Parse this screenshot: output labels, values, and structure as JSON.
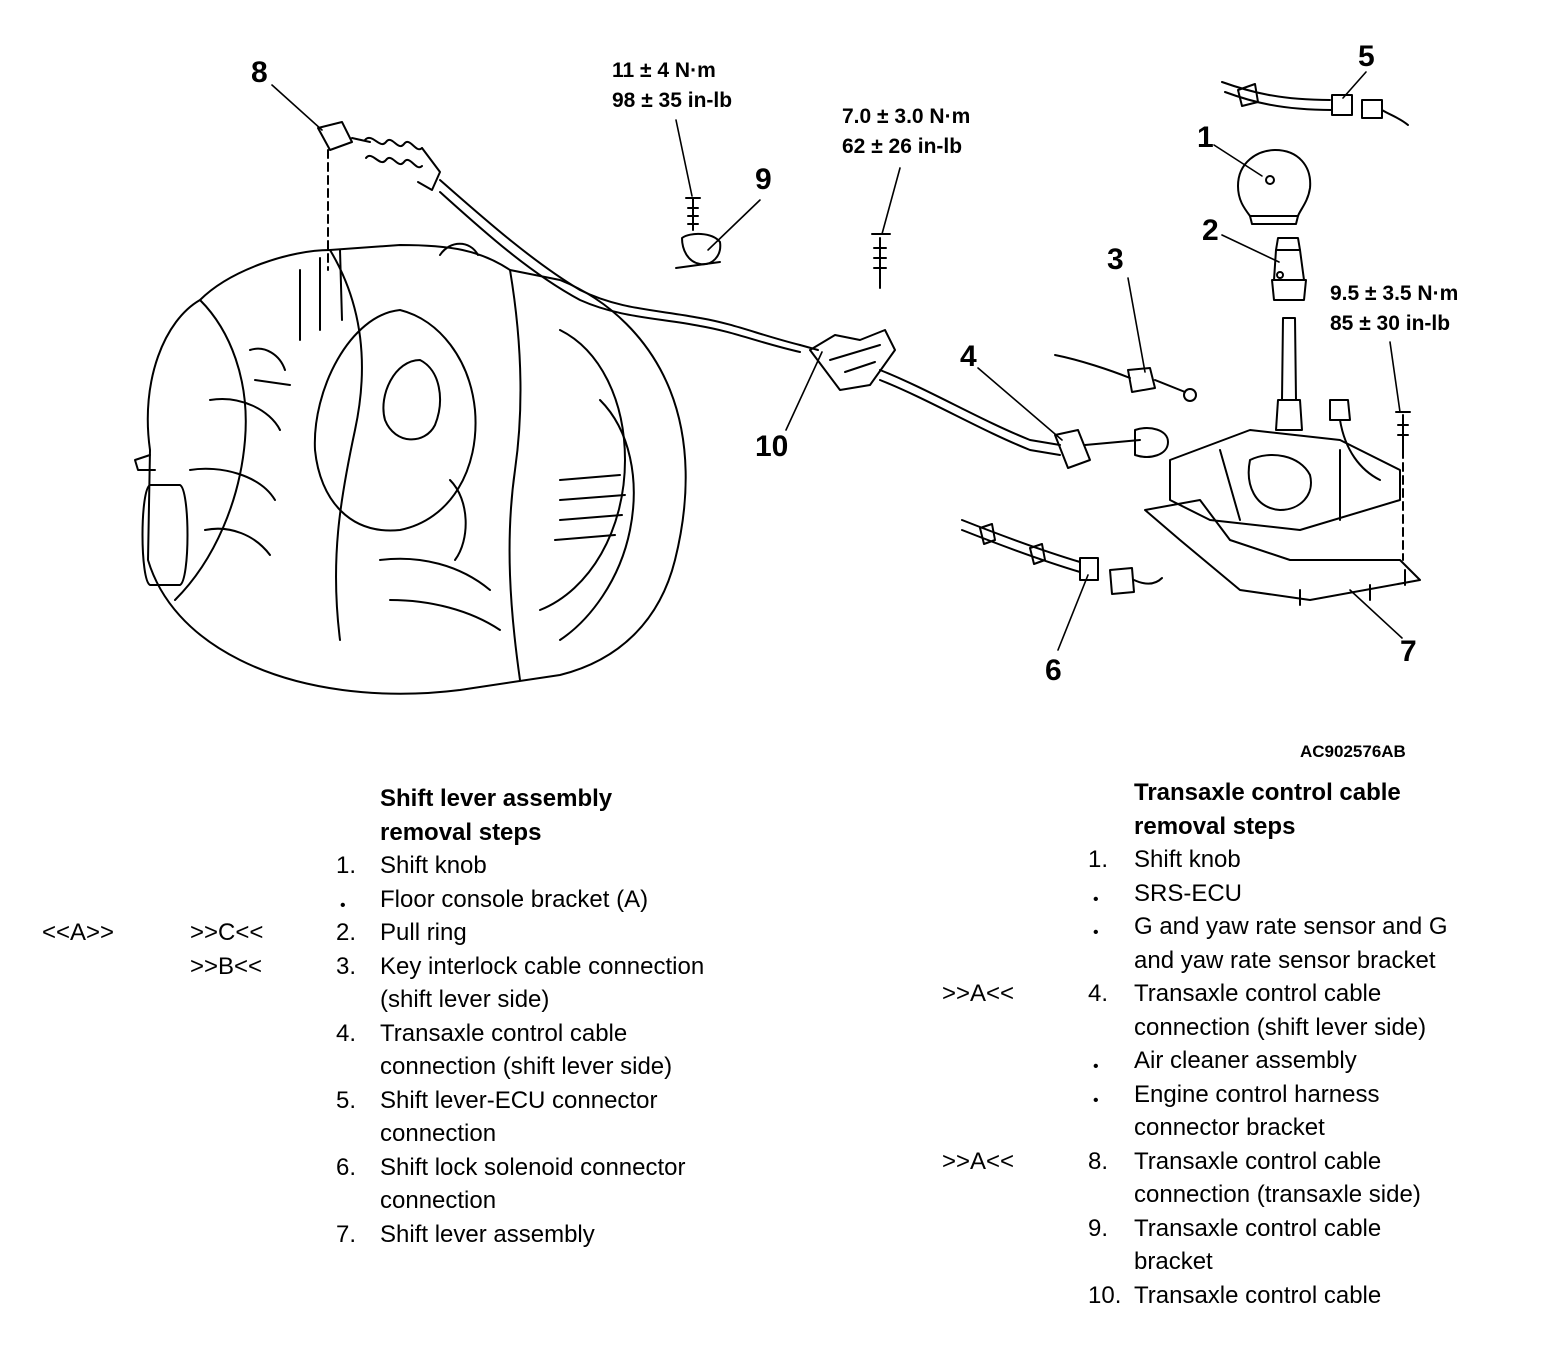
{
  "callouts": [
    "8",
    "9",
    "10",
    "5",
    "1",
    "2",
    "3",
    "4",
    "6",
    "7"
  ],
  "torque": {
    "t1": [
      "11 ± 4 N·m",
      "98 ± 35 in-lb"
    ],
    "t2": [
      "7.0 ± 3.0 N·m",
      "62 ± 26 in-lb"
    ],
    "t3": [
      "9.5 ± 3.5 N·m",
      "85 ± 30 in-lb"
    ]
  },
  "figure_code": "AC902576AB",
  "shift_lever": {
    "title": [
      "Shift lever assembly",
      "removal steps"
    ],
    "steps": [
      {
        "num": "1.",
        "lines": [
          "Shift knob"
        ],
        "refs": []
      },
      {
        "num": "•",
        "lines": [
          "Floor console bracket (A)"
        ],
        "refs": []
      },
      {
        "num": "2.",
        "lines": [
          "Pull ring"
        ],
        "refs": [
          "<<A>>",
          ">>C<<"
        ]
      },
      {
        "num": "3.",
        "lines": [
          "Key interlock cable connection",
          "(shift lever side)"
        ],
        "refs": [
          "",
          ">>B<<"
        ]
      },
      {
        "num": "4.",
        "lines": [
          "Transaxle control cable",
          "connection (shift lever side)"
        ],
        "refs": []
      },
      {
        "num": "5.",
        "lines": [
          "Shift lever-ECU connector",
          "connection"
        ],
        "refs": []
      },
      {
        "num": "6.",
        "lines": [
          "Shift lock solenoid connector",
          "connection"
        ],
        "refs": []
      },
      {
        "num": "7.",
        "lines": [
          "Shift lever assembly"
        ],
        "refs": []
      }
    ]
  },
  "cable": {
    "title": [
      "Transaxle control cable",
      "removal steps"
    ],
    "steps": [
      {
        "num": "1.",
        "lines": [
          "Shift knob"
        ],
        "ref": ""
      },
      {
        "num": "•",
        "lines": [
          "SRS-ECU"
        ],
        "ref": ""
      },
      {
        "num": "•",
        "lines": [
          "G and yaw rate sensor and G",
          "and yaw rate sensor bracket"
        ],
        "ref": ""
      },
      {
        "num": "4.",
        "lines": [
          "Transaxle control cable",
          "connection (shift lever side)"
        ],
        "ref": ">>A<<"
      },
      {
        "num": "•",
        "lines": [
          "Air cleaner assembly"
        ],
        "ref": ""
      },
      {
        "num": "•",
        "lines": [
          "Engine control harness",
          "connector bracket"
        ],
        "ref": ""
      },
      {
        "num": "8.",
        "lines": [
          "Transaxle control cable",
          "connection (transaxle side)"
        ],
        "ref": ">>A<<"
      },
      {
        "num": "9.",
        "lines": [
          "Transaxle control cable",
          "bracket"
        ],
        "ref": ""
      },
      {
        "num": "10.",
        "lines": [
          "Transaxle control cable"
        ],
        "ref": ""
      }
    ]
  }
}
